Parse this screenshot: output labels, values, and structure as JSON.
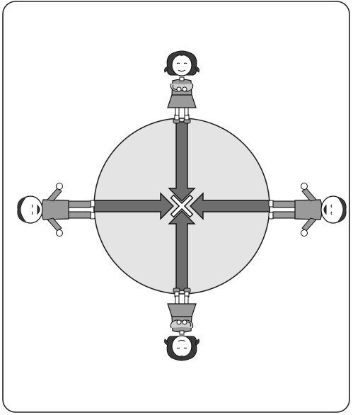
{
  "colors": {
    "background": "#ffffff",
    "frame_stroke": "#222222",
    "circle_fill": "#e4e4e4",
    "circle_stroke": "#222222",
    "arrow_fill": "#6e6e6e",
    "arrow_stroke": "#111111",
    "center_cross_fill": "#ffffff",
    "figure_fill": "#9a9a9a",
    "figure_light": "#cfcfcf",
    "figure_skin": "#ffffff",
    "figure_hair": "#3a3a3a",
    "figure_stroke": "#111111"
  },
  "figures": [
    {
      "position": "top",
      "pose": "arms-crossed-skirt",
      "icon": "girl-figure-icon"
    },
    {
      "position": "left",
      "pose": "arms-raised-laughing",
      "icon": "boy-figure-icon"
    },
    {
      "position": "right",
      "pose": "arms-raised-laughing",
      "icon": "boy-figure-icon"
    },
    {
      "position": "bottom",
      "pose": "arms-crossed-skirt",
      "icon": "girl-figure-icon"
    }
  ],
  "arrows": [
    {
      "from": "top",
      "to": "center"
    },
    {
      "from": "left",
      "to": "center"
    },
    {
      "from": "right",
      "to": "center"
    },
    {
      "from": "bottom",
      "to": "center"
    }
  ]
}
